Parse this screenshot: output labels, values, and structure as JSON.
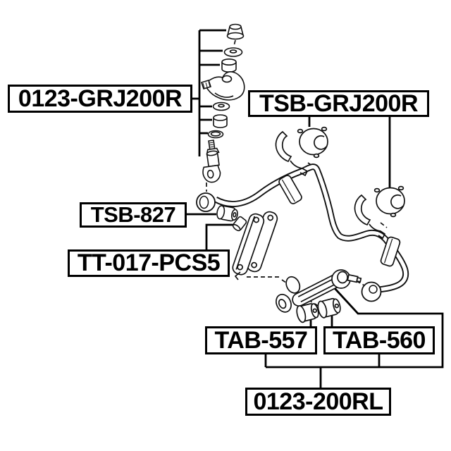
{
  "colors": {
    "background": "#ffffff",
    "line": "#000000",
    "box_border": "#000000",
    "text": "#000000",
    "drawing_stroke": "#111111"
  },
  "labels": [
    {
      "id": "0123-GRJ200R",
      "text": "0123-GRJ200R"
    },
    {
      "id": "TSB-GRJ200R",
      "text": "TSB-GRJ200R"
    },
    {
      "id": "TSB-827",
      "text": "TSB-827"
    },
    {
      "id": "TT-017-PCS5",
      "text": "TT-017-PCS5"
    },
    {
      "id": "TAB-557",
      "text": "TAB-557"
    },
    {
      "id": "TAB-560",
      "text": "TAB-560"
    },
    {
      "id": "0123-200RL",
      "text": "0123-200RL"
    }
  ]
}
